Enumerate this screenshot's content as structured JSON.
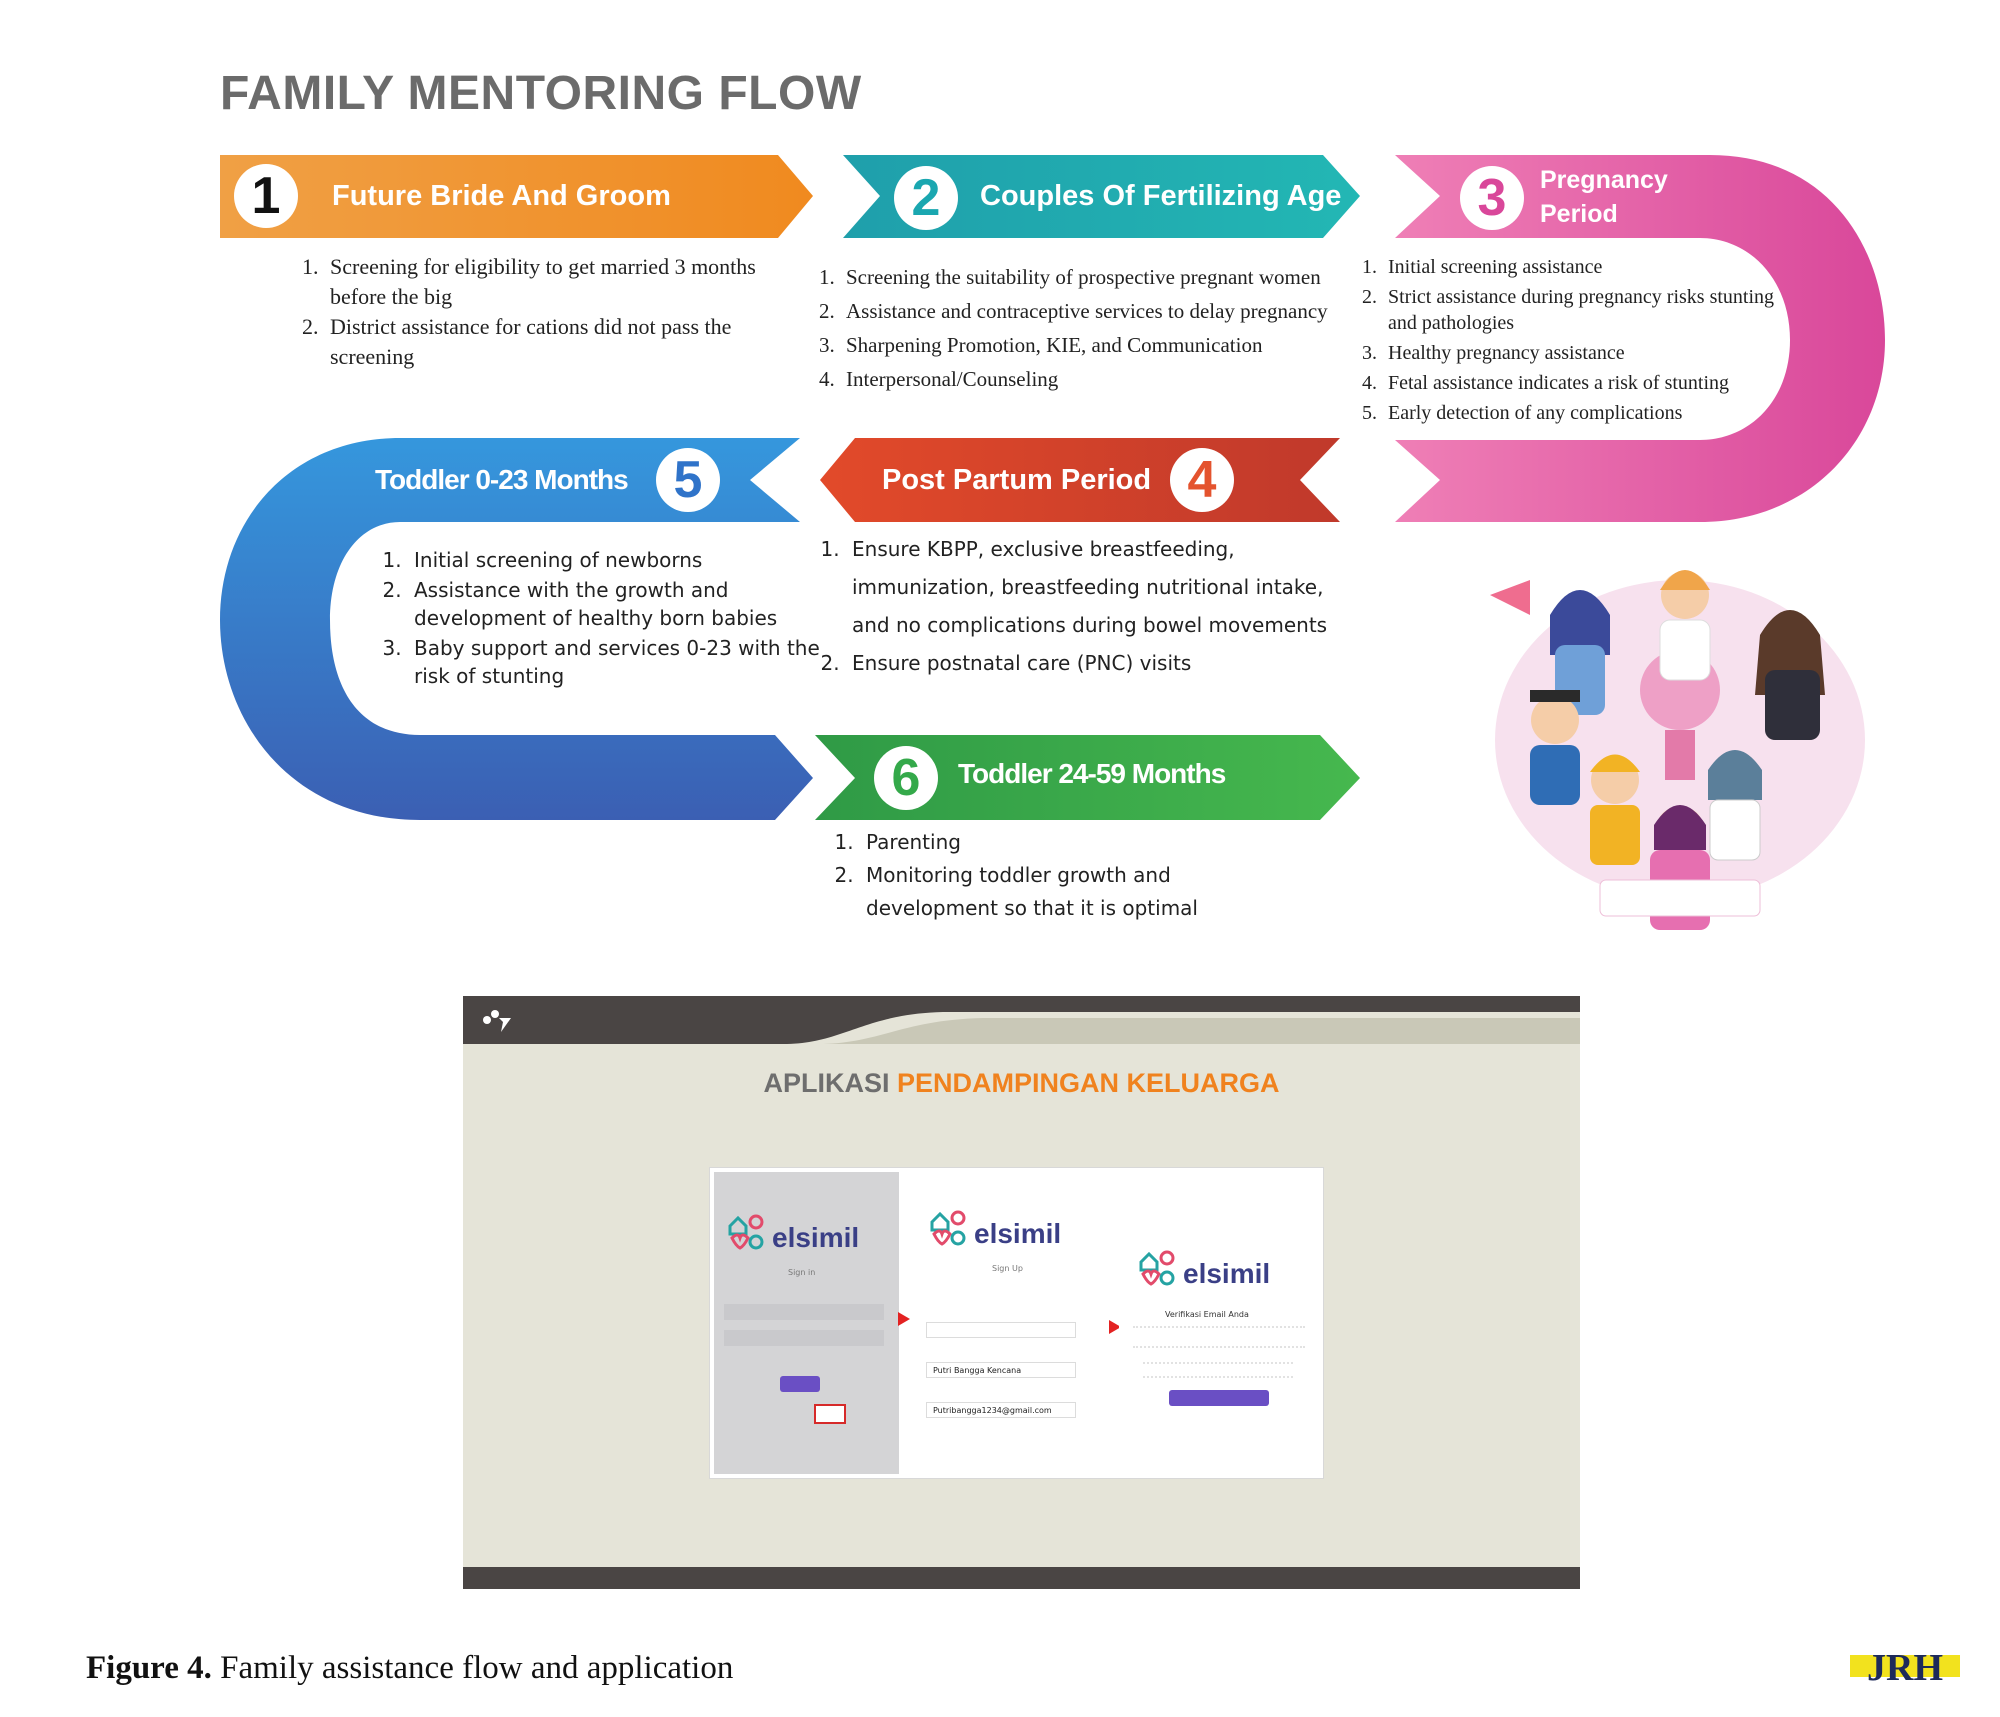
{
  "title": "FAMILY MENTORING FLOW",
  "steps": [
    {
      "num": "1",
      "label": "Future Bride And Groom",
      "color": "#f29a2e",
      "items": [
        "Screening for eligibility to get married 3 months before the big",
        "District assistance for cations did not pass the screening"
      ]
    },
    {
      "num": "2",
      "label": "Couples Of Fertilizing Age",
      "color": "#1aa7b0",
      "items": [
        "Screening the suitability of prospective pregnant women",
        "Assistance and contraceptive services to delay pregnancy",
        "Sharpening Promotion, KIE, and Communication",
        "Interpersonal/Counseling"
      ]
    },
    {
      "num": "3",
      "label_line1": "Pregnancy",
      "label_line2": "Period",
      "color": "#e0509a",
      "items": [
        "Initial screening assistance",
        "Strict assistance during pregnancy risks stunting and pathologies",
        "Healthy pregnancy assistance",
        "Fetal assistance indicates a risk of stunting",
        "Early detection of any complications"
      ]
    },
    {
      "num": "4",
      "label": "Post Partum Period",
      "color": "#e4532e",
      "items": [
        "Ensure KBPP, exclusive breastfeeding, immunization, breastfeeding nutritional intake, and no complications during bowel movements",
        "Ensure postnatal care (PNC) visits"
      ]
    },
    {
      "num": "5",
      "label": "Toddler 0-23 Months",
      "color": "#2f73c9",
      "items": [
        "Initial screening of newborns",
        "Assistance with the growth and development of healthy born babies",
        "Baby support and services 0-23 with the risk of stunting"
      ]
    },
    {
      "num": "6",
      "label": "Toddler 24-59 Months",
      "color": "#34a94a",
      "items": [
        "Parenting",
        "Monitoring toddler growth and development so that it is optimal"
      ]
    }
  ],
  "app": {
    "title_gray": "APLIKASI",
    "title_orange": "PENDAMPINGAN KELUARGA",
    "brand": "elsimil",
    "signin": "Sign in",
    "signup": "Sign Up",
    "verify": "Verifikasi Email Anda",
    "name_value": "Putri Bangga Kencana",
    "email_value": "Putribangga1234@gmail.com"
  },
  "caption_bold": "Figure 4.",
  "caption_text": "Family assistance flow and application",
  "journal_logo": "JRH"
}
